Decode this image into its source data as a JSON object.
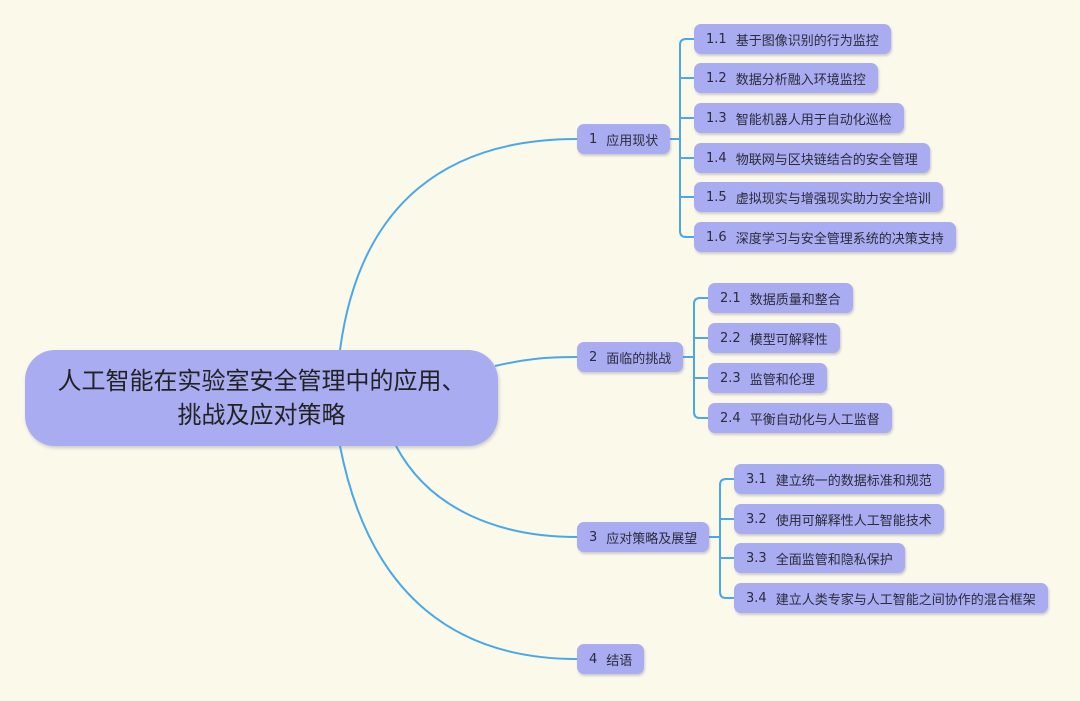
{
  "colors": {
    "background": "#fbf9ea",
    "node": "#a9acf1",
    "line": "#4aa8e8"
  },
  "root": {
    "line1": "人工智能在实验室安全管理中的应用、",
    "line2": "挑战及应对策略"
  },
  "branches": [
    {
      "num": "1",
      "label": "应用现状",
      "children": [
        {
          "num": "1.1",
          "label": "基于图像识别的行为监控"
        },
        {
          "num": "1.2",
          "label": "数据分析融入环境监控"
        },
        {
          "num": "1.3",
          "label": "智能机器人用于自动化巡检"
        },
        {
          "num": "1.4",
          "label": "物联网与区块链结合的安全管理"
        },
        {
          "num": "1.5",
          "label": "虚拟现实与增强现实助力安全培训"
        },
        {
          "num": "1.6",
          "label": "深度学习与安全管理系统的决策支持"
        }
      ]
    },
    {
      "num": "2",
      "label": "面临的挑战",
      "children": [
        {
          "num": "2.1",
          "label": "数据质量和整合"
        },
        {
          "num": "2.2",
          "label": "模型可解释性"
        },
        {
          "num": "2.3",
          "label": "监管和伦理"
        },
        {
          "num": "2.4",
          "label": "平衡自动化与人工监督"
        }
      ]
    },
    {
      "num": "3",
      "label": "应对策略及展望",
      "children": [
        {
          "num": "3.1",
          "label": "建立统一的数据标准和规范"
        },
        {
          "num": "3.2",
          "label": "使用可解释性人工智能技术"
        },
        {
          "num": "3.3",
          "label": "全面监管和隐私保护"
        },
        {
          "num": "3.4",
          "label": "建立人类专家与人工智能之间协作的混合框架"
        }
      ]
    },
    {
      "num": "4",
      "label": "结语",
      "children": []
    }
  ]
}
